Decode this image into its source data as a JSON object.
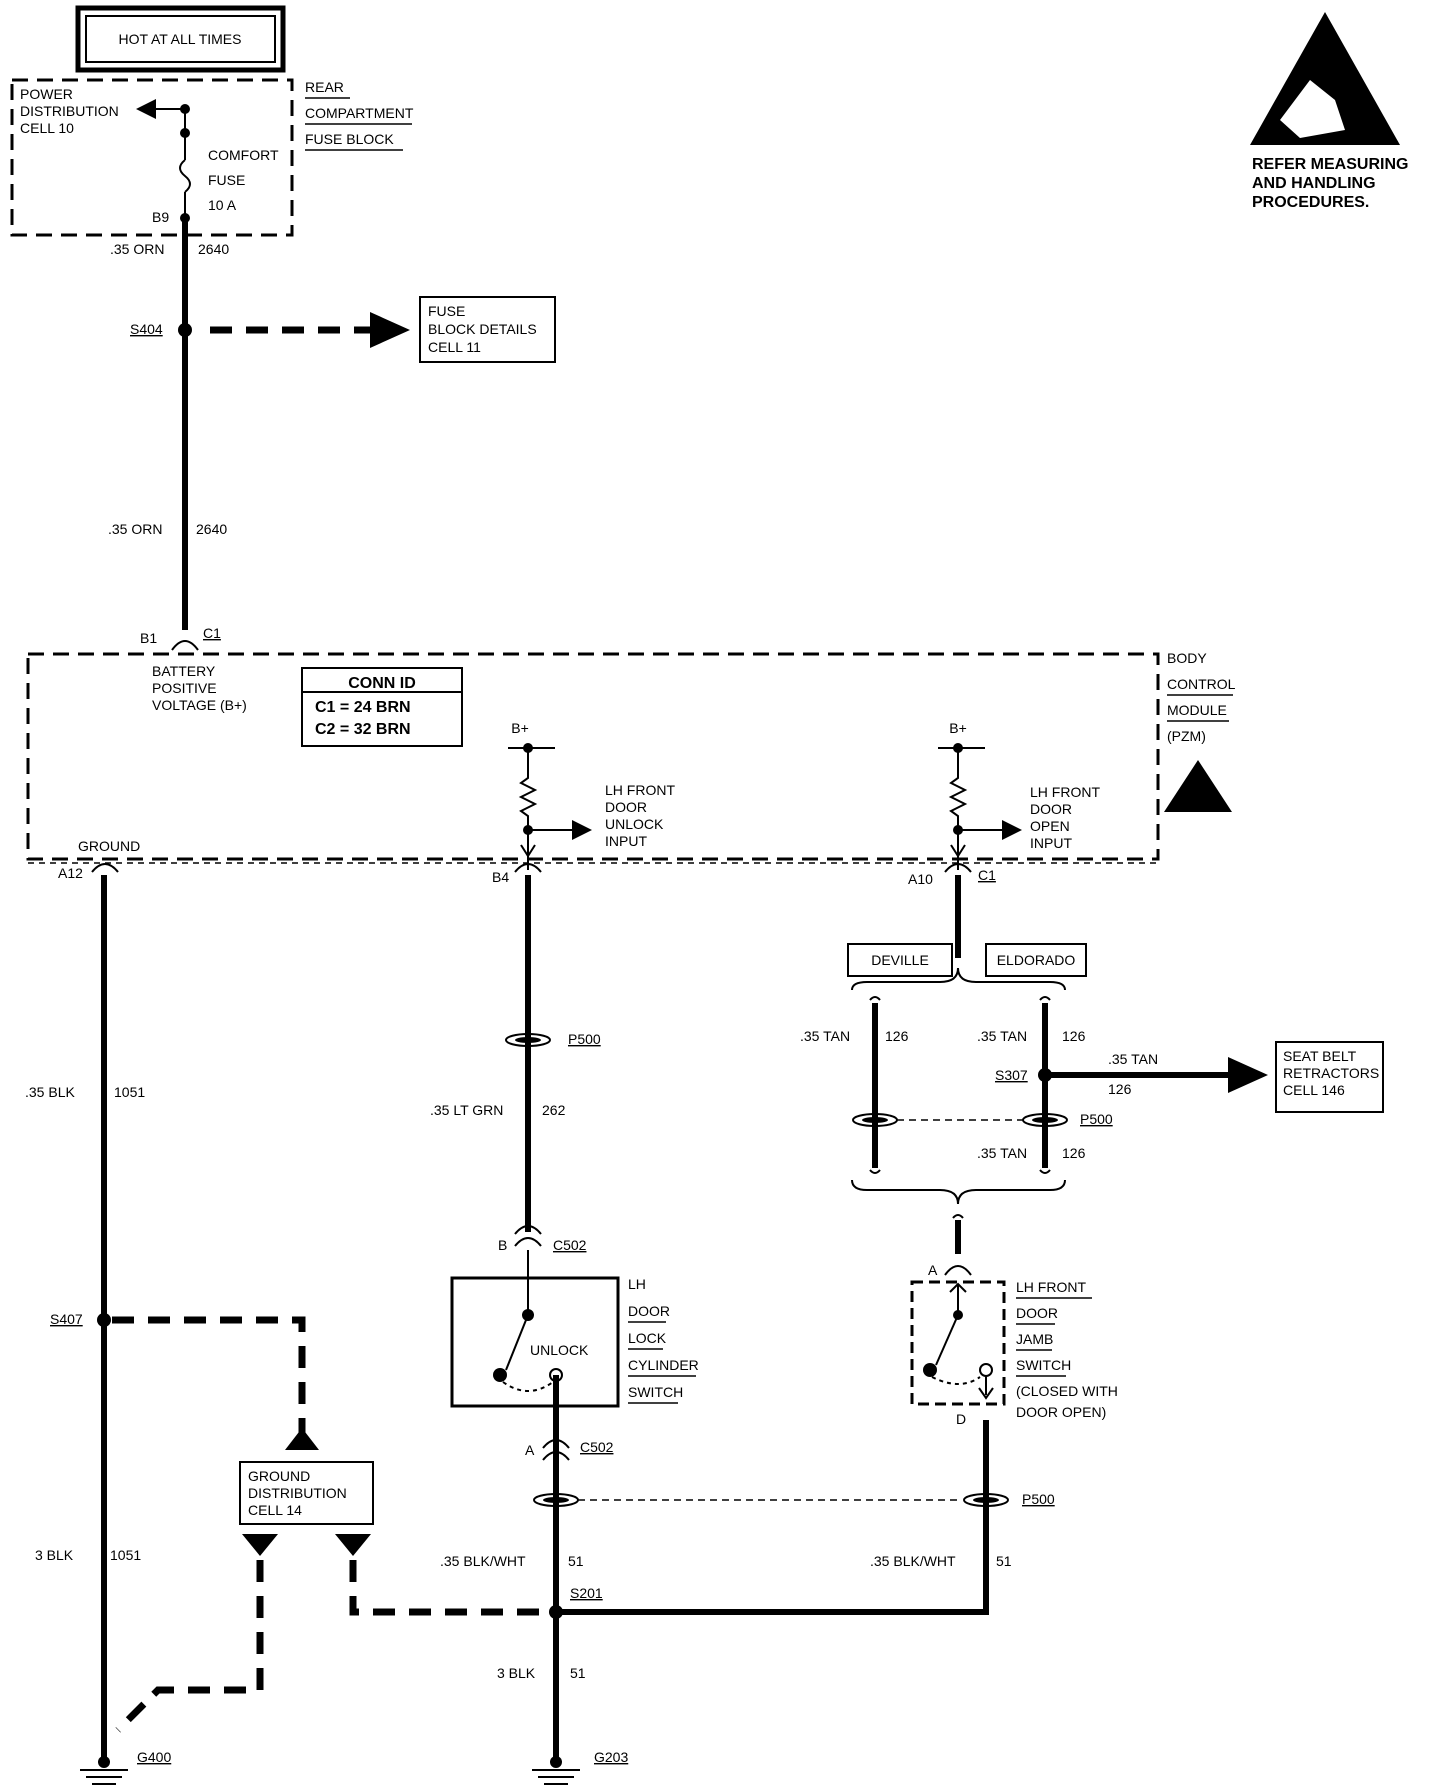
{
  "header": {
    "hot_label": "HOT AT ALL TIMES"
  },
  "esd_note": {
    "line1": "REFER MEASURING",
    "line2": "AND HANDLING",
    "line3": "PROCEDURES."
  },
  "fuse_block": {
    "power_dist": [
      "POWER",
      "DISTRIBUTION",
      "CELL 10"
    ],
    "title": [
      "REAR",
      "COMPARTMENT",
      "FUSE BLOCK"
    ],
    "fuse": [
      "COMFORT",
      "FUSE",
      "10 A"
    ],
    "pin": "B9"
  },
  "wires": {
    "w2640_top": {
      "gauge": ".35 ORN",
      "circuit": "2640"
    },
    "w2640_mid": {
      "gauge": ".35 ORN",
      "circuit": "2640"
    },
    "w1051_top": {
      "gauge": ".35 BLK",
      "circuit": "1051"
    },
    "w1051_bot": {
      "gauge": "3 BLK",
      "circuit": "1051"
    },
    "w262": {
      "gauge": ".35 LT GRN",
      "circuit": "262"
    },
    "w126_deville": {
      "gauge": ".35 TAN",
      "circuit": "126"
    },
    "w126_eldorado": {
      "gauge": ".35 TAN",
      "circuit": "126"
    },
    "w126_seatbelt": {
      "gauge": ".35 TAN",
      "circuit": "126"
    },
    "w126_lower": {
      "gauge": ".35 TAN",
      "circuit": "126"
    },
    "w51_left": {
      "gauge": ".35 BLK/WHT",
      "circuit": "51"
    },
    "w51_right": {
      "gauge": ".35 BLK/WHT",
      "circuit": "51"
    },
    "w51_ground": {
      "gauge": "3 BLK",
      "circuit": "51"
    }
  },
  "splices": {
    "s404": "S404",
    "s407": "S407",
    "s307": "S307",
    "s201": "S201"
  },
  "refs": {
    "fuse_details": [
      "FUSE",
      "BLOCK DETAILS",
      "CELL 11"
    ],
    "seat_belt": [
      "SEAT BELT",
      "RETRACTORS",
      "CELL 146"
    ],
    "ground_dist": [
      "GROUND",
      "DISTRIBUTION",
      "CELL 14"
    ]
  },
  "bcm": {
    "title": [
      "BODY",
      "CONTROL",
      "MODULE",
      "(PZM)"
    ],
    "b_plus_label": [
      "BATTERY",
      "POSITIVE",
      "VOLTAGE (B+)"
    ],
    "conn_id_title": "CONN ID",
    "conn_c1": "C1  =  24 BRN",
    "conn_c2": "C2  =  32 BRN",
    "ground_label": "GROUND",
    "bplus": "B+",
    "unlock_input": [
      "LH FRONT",
      "DOOR",
      "UNLOCK",
      "INPUT"
    ],
    "open_input": [
      "LH FRONT",
      "DOOR",
      "OPEN",
      "INPUT"
    ]
  },
  "pins": {
    "b1": "B1",
    "c1_top": "C1",
    "a12": "A12",
    "b4": "B4",
    "a10": "A10",
    "c1_right": "C1",
    "c502_b": "B",
    "c502_a": "A",
    "c502_top": "C502",
    "c502_bot": "C502",
    "jamb_a": "A",
    "jamb_d": "D"
  },
  "connectors": {
    "p500_left": "P500",
    "p500_mid": "P500",
    "p500_bot": "P500"
  },
  "variants": {
    "deville": "DEVILLE",
    "eldorado": "ELDORADO"
  },
  "lock_switch": {
    "name": [
      "LH",
      "DOOR",
      "LOCK",
      "CYLINDER",
      "SWITCH"
    ],
    "state": "UNLOCK"
  },
  "jamb_switch": {
    "name": [
      "LH FRONT",
      "DOOR",
      "JAMB",
      "SWITCH",
      "(CLOSED WITH",
      "DOOR OPEN)"
    ]
  },
  "grounds": {
    "g400": "G400",
    "g203": "G203"
  }
}
